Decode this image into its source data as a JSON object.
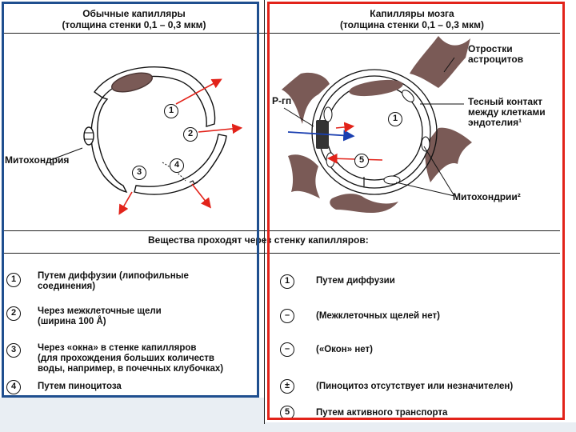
{
  "headers": {
    "left_line1": "Обычные капилляры",
    "left_line2": "(толщина стенки 0,1 – 0,3 мкм)",
    "right_line1": "Капилляры мозга",
    "right_line2": "(толщина стенки 0,1 – 0,3 мкм)"
  },
  "labels": {
    "mitochondria_left": "Митохондрия",
    "astrocytes_line1": "Отростки",
    "astrocytes_line2": "астроцитов",
    "tight_line1": "Тесный контакт",
    "tight_line2": "между клетками",
    "tight_line3": "эндотелия¹",
    "pgp": "P-гп",
    "mitochondria_right": "Митохондрии²"
  },
  "markers": {
    "m1": "1",
    "m2": "2",
    "m3": "3",
    "m4": "4",
    "m5": "5"
  },
  "section_title": "Вещества проходят через стенку капилляров:",
  "left_list": [
    {
      "marker": "1",
      "line1": "Путем диффузии (липофильные",
      "line2": "соединения)",
      "line3": ""
    },
    {
      "marker": "2",
      "line1": "Через межклеточные щели",
      "line2": "(ширина 100 Å)",
      "line3": ""
    },
    {
      "marker": "3",
      "line1": "Через «окна» в стенке капилляров",
      "line2": "(для прохождения больших количеств",
      "line3": "воды, например, в почечных клубочках)"
    },
    {
      "marker": "4",
      "line1": "Путем пиноцитоза",
      "line2": "",
      "line3": ""
    }
  ],
  "right_list": [
    {
      "marker": "1",
      "text": "Путем диффузии"
    },
    {
      "marker": "–",
      "text": "(Межклеточных щелей нет)"
    },
    {
      "marker": "–",
      "text": "(«Окон» нет)"
    },
    {
      "marker": "±",
      "text": "(Пиноцитоз отсутствует или незначителен)"
    },
    {
      "marker": "5",
      "text": "Путем активного транспорта"
    }
  ]
}
